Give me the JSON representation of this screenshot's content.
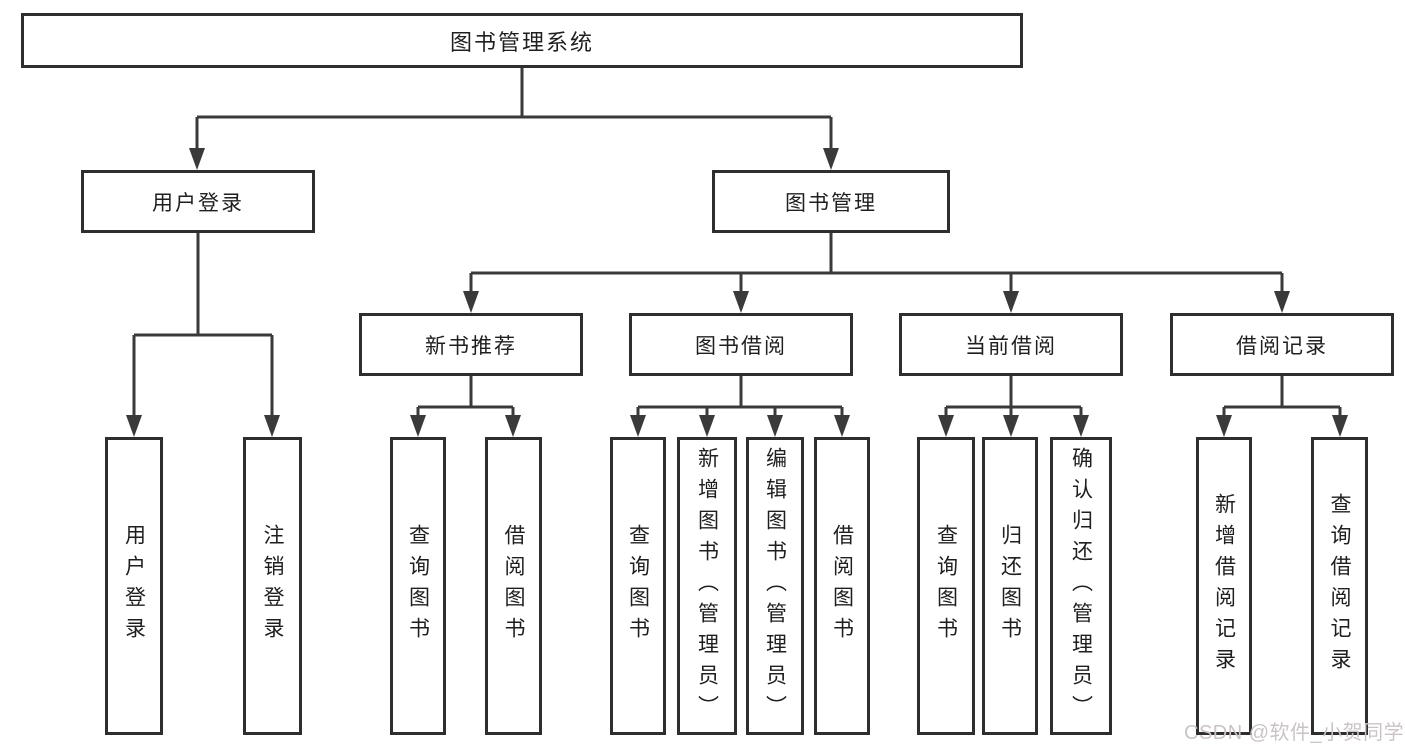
{
  "diagram": {
    "title": "图书管理系统",
    "root": {
      "label": "图书管理系统"
    },
    "branches": [
      {
        "label": "用户登录",
        "children": [
          {
            "label": "用户登录"
          },
          {
            "label": "注销登录"
          }
        ]
      },
      {
        "label": "图书管理",
        "children": [
          {
            "label": "新书推荐",
            "children": [
              {
                "label": "查询图书"
              },
              {
                "label": "借阅图书"
              }
            ]
          },
          {
            "label": "图书借阅",
            "children": [
              {
                "label": "查询图书"
              },
              {
                "label": "新增图书（管理员）"
              },
              {
                "label": "编辑图书（管理员）"
              },
              {
                "label": "借阅图书"
              }
            ]
          },
          {
            "label": "当前借阅",
            "children": [
              {
                "label": "查询图书"
              },
              {
                "label": "归还图书"
              },
              {
                "label": "确认归还（管理员）"
              }
            ]
          },
          {
            "label": "借阅记录",
            "children": [
              {
                "label": "新增借阅记录"
              },
              {
                "label": "查询借阅记录"
              }
            ]
          }
        ]
      }
    ]
  },
  "watermark": {
    "text": "CSDN @软件_小贺同学"
  },
  "colors": {
    "line": "#3a3a3a",
    "box_border": "#2e2e2e",
    "text": "#1f1f1f",
    "watermark_text": "#cbc4c4",
    "background": "#ffffff"
  }
}
